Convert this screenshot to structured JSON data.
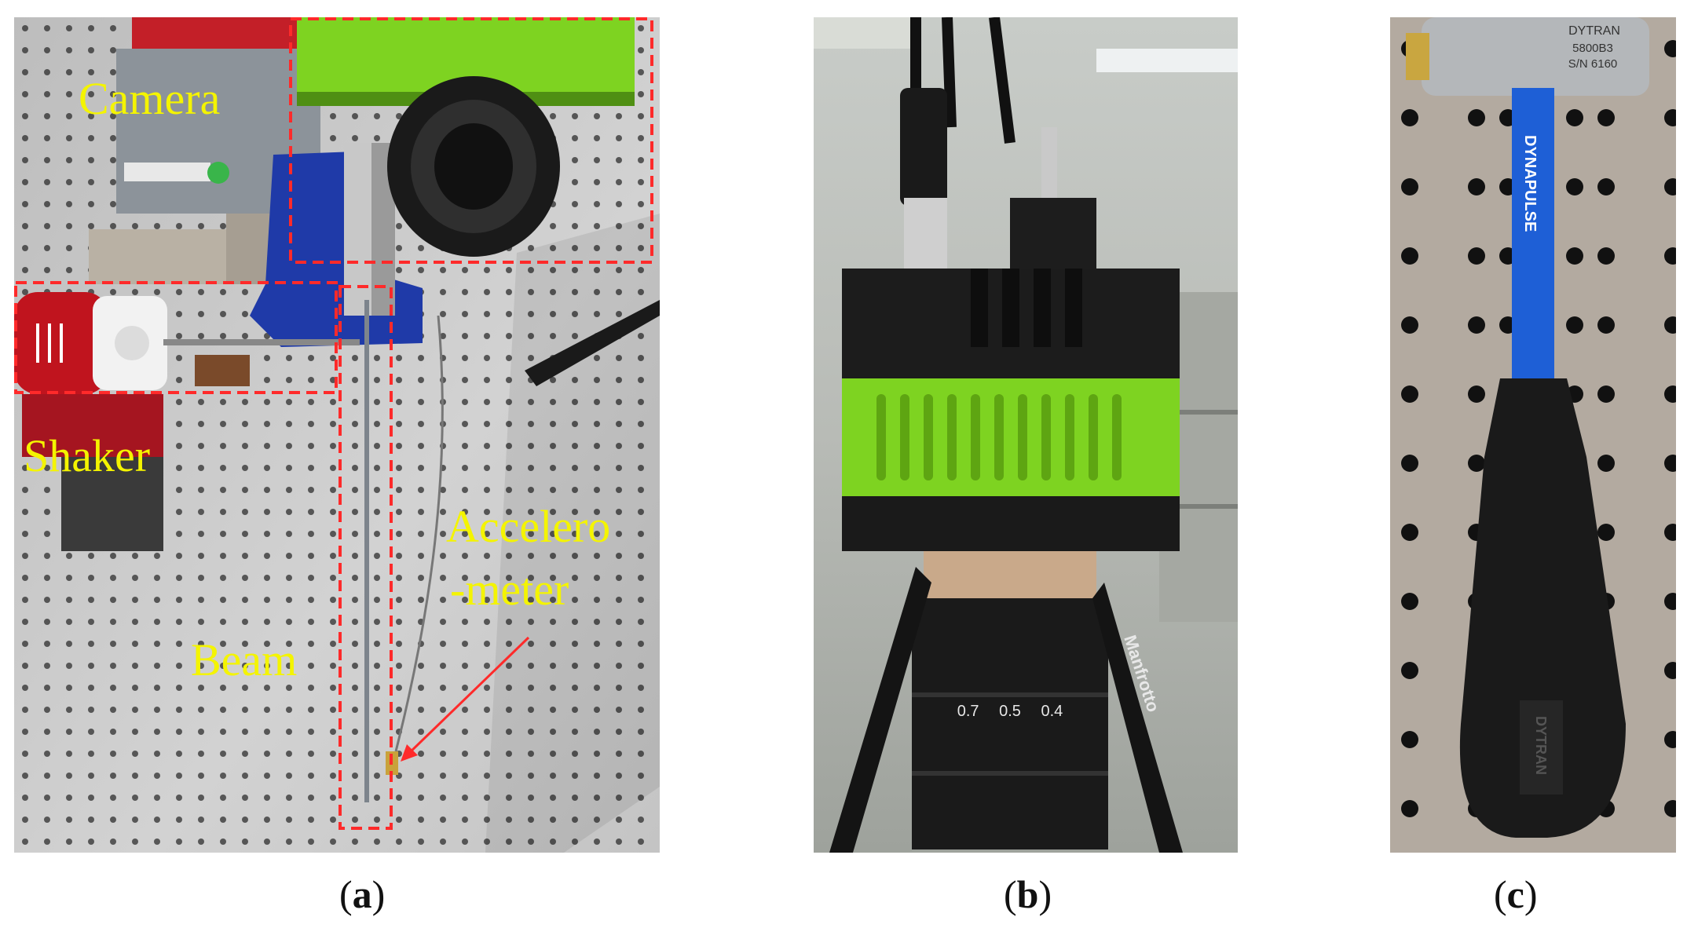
{
  "panels": [
    {
      "id": "a",
      "caption": {
        "open": "(",
        "letter": "a",
        "close": ")"
      },
      "labels": {
        "camera": "Camera",
        "shaker": "Shaker",
        "beam": "Beam",
        "accelerometer_line1": "Accelero",
        "accelerometer_line2": "-meter"
      }
    },
    {
      "id": "b",
      "caption": {
        "open": "(",
        "letter": "b",
        "close": ")"
      },
      "lens_markings": {
        "m1": "0.4",
        "m2": "0.5",
        "m3": "0.7"
      },
      "tripod_brand": "Manfrotto"
    },
    {
      "id": "c",
      "caption": {
        "open": "(",
        "letter": "c",
        "close": ")"
      },
      "hammer_text": {
        "brand_top": "DYTRAN",
        "model": "5800B3",
        "serial": "S/N 6160",
        "handle_brand": "DYNAPULSE",
        "grip_logo": "DYTRAN"
      }
    }
  ],
  "colors": {
    "annotation_box": "#ff2a2a",
    "label_text": "#f4f400",
    "camera_green": "#7ed321",
    "shaker_red": "#c0141e",
    "vise_blue": "#1f3aa8",
    "hammer_blue": "#1e5fd6",
    "table_grey": "#c9c9c9"
  }
}
